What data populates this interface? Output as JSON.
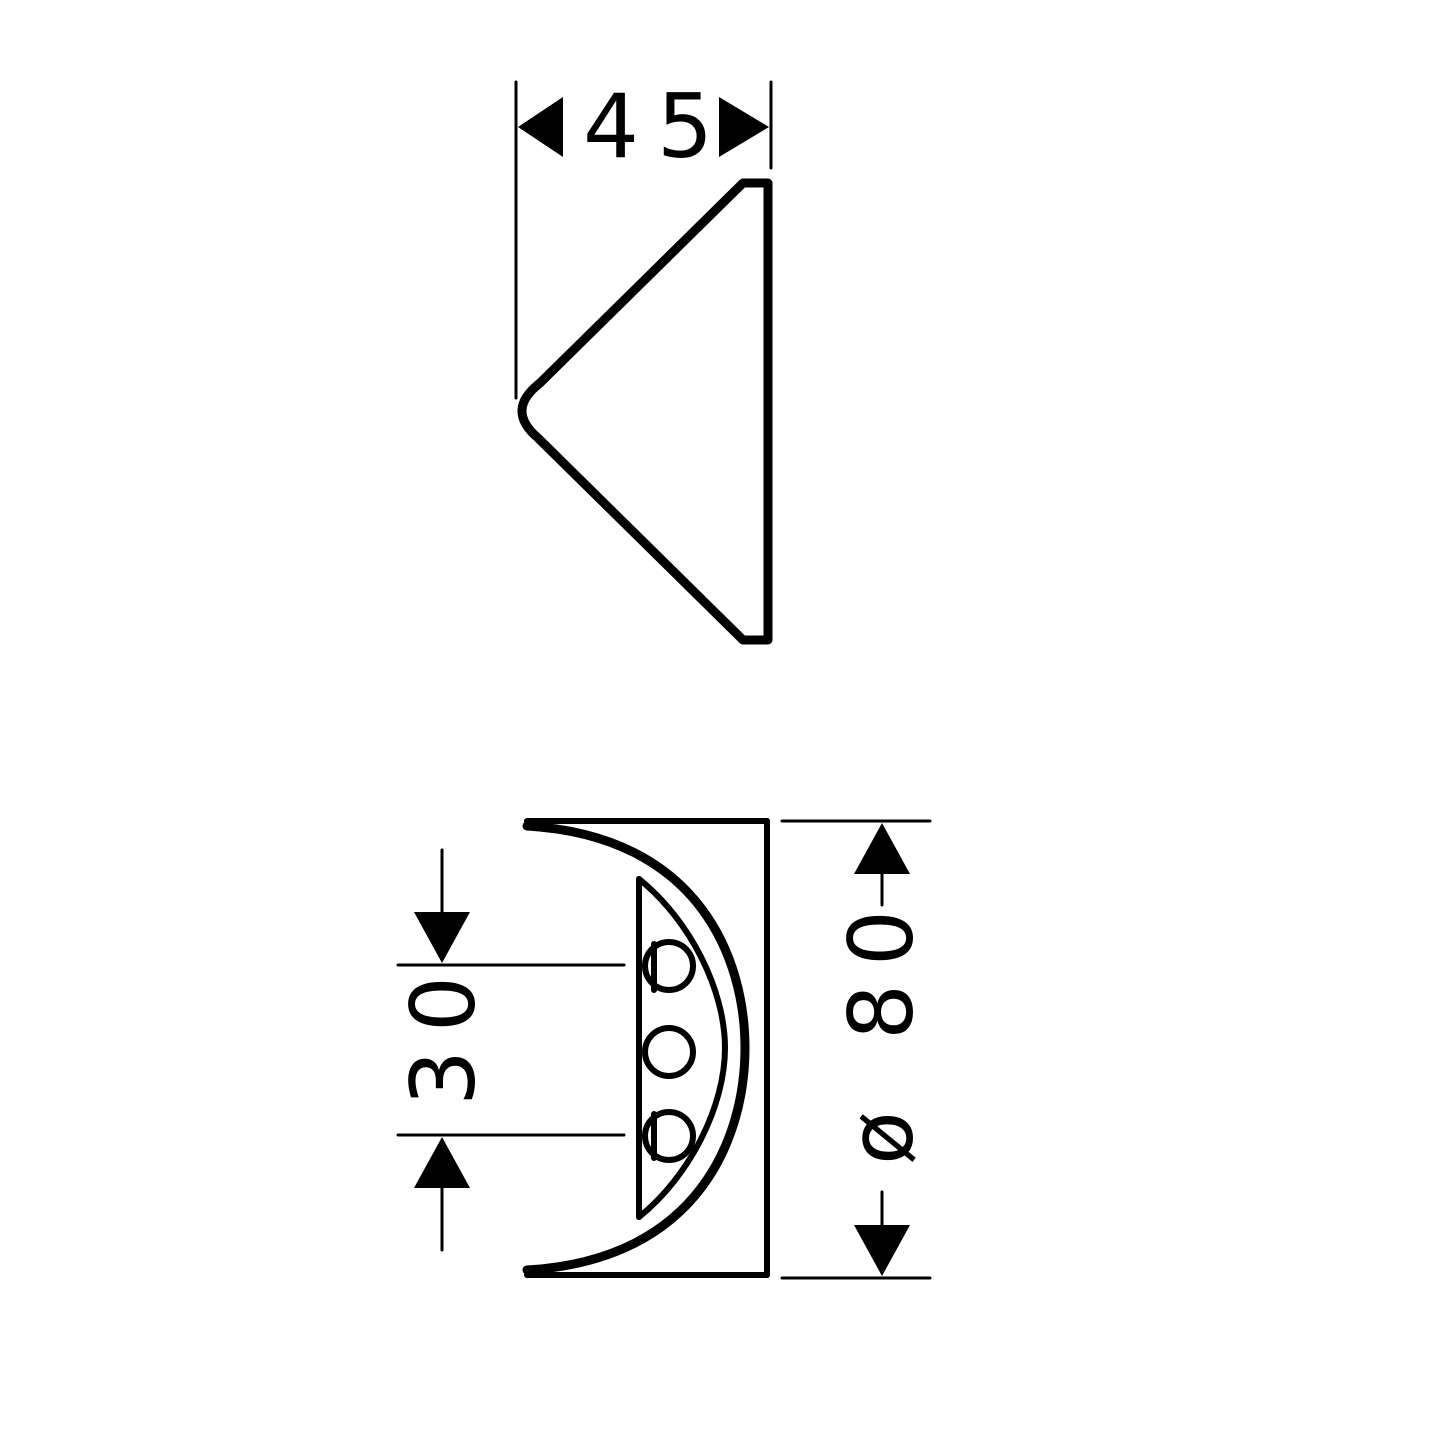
{
  "drawing": {
    "top_view": {
      "dimension_width": "45"
    },
    "front_view": {
      "dimension_spacing": "30",
      "dimension_diameter": "80",
      "diameter_symbol": "ø"
    },
    "colors": {
      "line": "#000000",
      "background": "#ffffff"
    }
  }
}
